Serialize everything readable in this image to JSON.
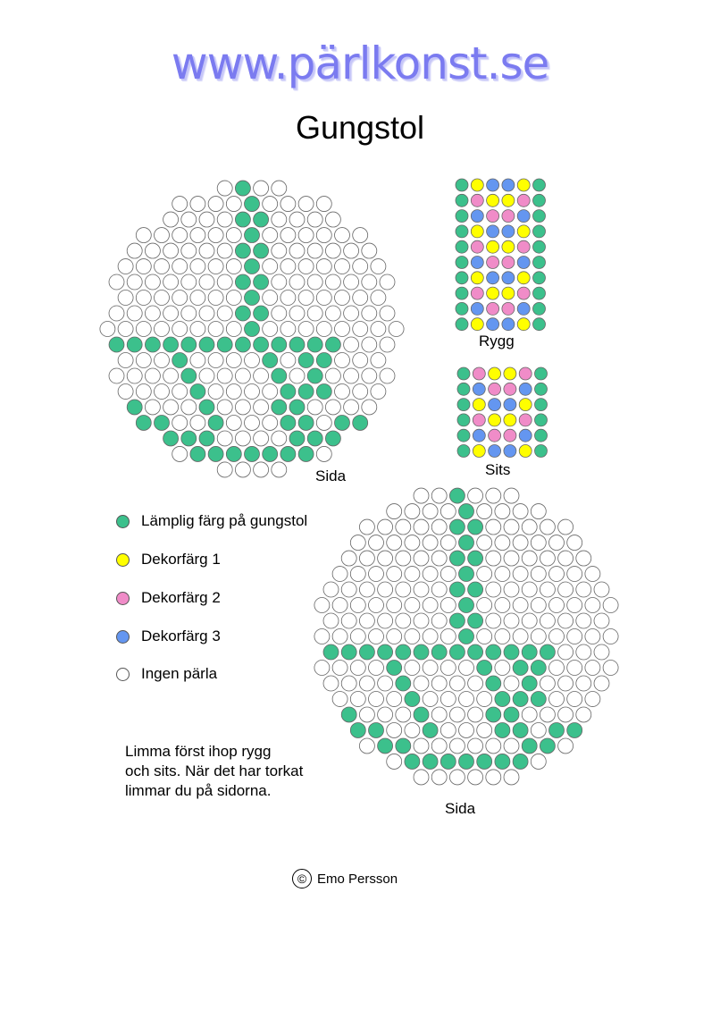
{
  "header": {
    "website": "www.pärlkonst.se",
    "title": "Gungstol"
  },
  "panels": {
    "side1_label": "Sida",
    "side2_label": "Sida",
    "back_label": "Rygg",
    "seat_label": "Sits"
  },
  "legend": [
    {
      "label": "Lämplig färg på gungstol",
      "color": "#3cc08c"
    },
    {
      "label": "Dekorfärg 1",
      "color": "#ffff00"
    },
    {
      "label": "Dekorfärg 2",
      "color": "#f08cc8"
    },
    {
      "label": "Dekorfärg 3",
      "color": "#6496f0"
    },
    {
      "label": "Ingen pärla",
      "color": "#ffffff"
    }
  ],
  "note": "Limma först ihop rygg\noch sits. När det har torkat\nlimmar du på sidorna.",
  "copyright": {
    "symbol": "©",
    "author": "Emo Persson"
  },
  "patterns": {
    "back": [
      "GYBBYG",
      "GPYYPG",
      "GBPPBG",
      "GYBBYG",
      "GPYYPG",
      "GBPPBG",
      "GYBBYG",
      "GPYYPG",
      "GBPPBG",
      "GYBBYG"
    ],
    "seat": [
      "GPYYPG",
      "GBPPBG",
      "GYBBYG",
      "GPYYPG",
      "GBPPBG",
      "GYBBYG"
    ]
  }
}
